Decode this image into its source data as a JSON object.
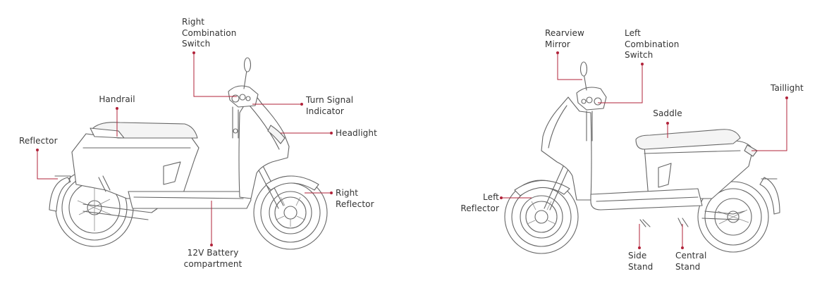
{
  "left_view": {
    "labels": {
      "right_combination_switch": [
        "Right",
        "Combination",
        "Switch"
      ],
      "handrail": [
        "Handrail"
      ],
      "reflector": [
        "Reflector"
      ],
      "turn_signal_indicator": [
        "Turn Signal",
        "Indicator"
      ],
      "headlight": [
        "Headlight"
      ],
      "right_reflector": [
        "Right",
        "Reflector"
      ],
      "battery_compartment": [
        "12V Battery",
        "compartment"
      ]
    }
  },
  "right_view": {
    "labels": {
      "rearview_mirror": [
        "Rearview",
        "Mirror"
      ],
      "left_combination_switch": [
        "Left",
        "Combination",
        "Switch"
      ],
      "taillight": [
        "Taillight"
      ],
      "saddle": [
        "Saddle"
      ],
      "left_reflector": [
        "Left",
        "Reflector"
      ],
      "side_stand": [
        "Side",
        "Stand"
      ],
      "central_stand": [
        "Central",
        "Stand"
      ]
    }
  },
  "colors": {
    "callout": "#b2233a",
    "outline": "#666666",
    "text": "#333333"
  }
}
